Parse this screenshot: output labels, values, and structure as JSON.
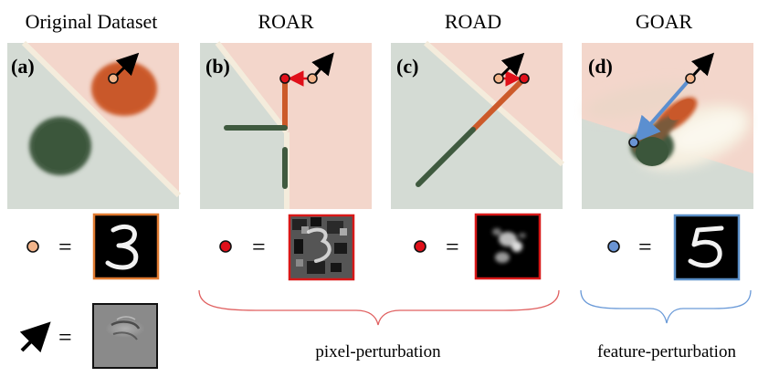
{
  "titles": {
    "original": "Original Dataset",
    "roar": "ROAR",
    "road": "ROAD",
    "goar": "GOAR"
  },
  "panels": {
    "a": "(a)",
    "b": "(b)",
    "c": "(c)",
    "d": "(d)"
  },
  "legend": {
    "equals": "="
  },
  "captions": {
    "pixel": "pixel-perturbation",
    "feature": "feature-perturbation"
  },
  "colors": {
    "orange_region": "#f3d6cb",
    "green_region": "#d4dbd4",
    "orange_points": "#cc5a2a",
    "green_points": "#3f5a3f",
    "start_marker": "#f2b48a",
    "red_marker": "#e0101a",
    "blue_marker": "#6a94d4",
    "blue_arrow": "#5b8fd0",
    "digit_border_orange": "#e07a30",
    "digit_border_red": "#d81818",
    "digit_border_blue": "#5b8fc8",
    "brace_red": "#e06060",
    "brace_blue": "#6a9ad8"
  },
  "icons": {
    "arrow": "black-arrow-icon",
    "start": "peach-circle-icon",
    "perturbed": "red-circle-icon",
    "feature": "blue-circle-icon"
  }
}
